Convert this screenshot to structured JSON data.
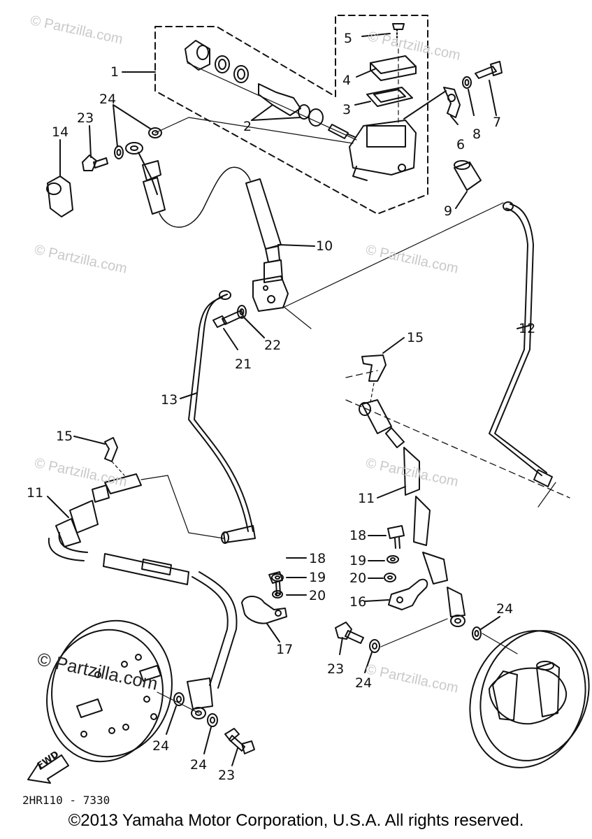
{
  "callouts": {
    "c1": "1",
    "c2": "2",
    "c3": "3",
    "c4": "4",
    "c5": "5",
    "c6": "6",
    "c7": "7",
    "c8": "8",
    "c9": "9",
    "c10": "10",
    "c11a": "11",
    "c11b": "11",
    "c12": "12",
    "c13": "13",
    "c14": "14",
    "c15a": "15",
    "c15b": "15",
    "c16": "16",
    "c17": "17",
    "c18a": "18",
    "c18b": "18",
    "c19a": "19",
    "c19b": "19",
    "c20a": "20",
    "c20b": "20",
    "c21": "21",
    "c22": "22",
    "c23a": "23",
    "c23b": "23",
    "c23c": "23",
    "c24a": "24",
    "c24b": "24",
    "c24c": "24",
    "c24d": "24",
    "c24e": "24"
  },
  "watermark": "© Partzilla.com",
  "fwd_label": "FWD",
  "part_code": "2HR110 - 7330",
  "copyright": "©2013 Yamaha Motor Corporation, U.S.A. All rights reserved."
}
